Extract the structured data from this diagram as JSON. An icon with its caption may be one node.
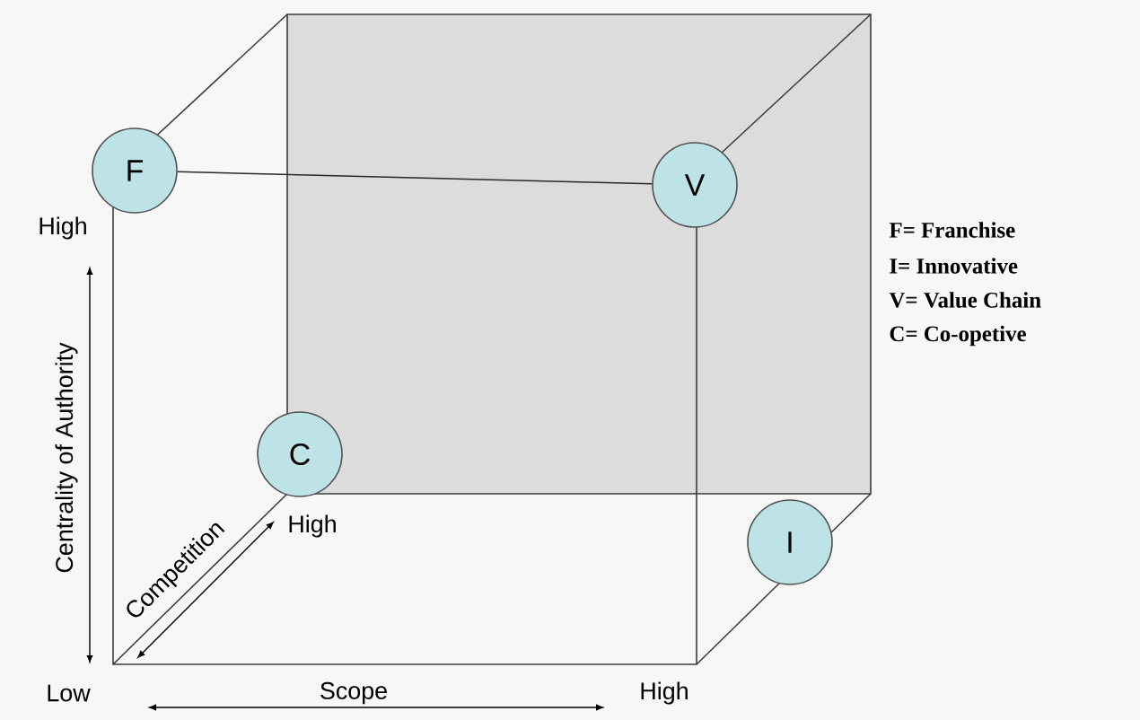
{
  "diagram": {
    "nodes": [
      {
        "text": [
          "F"
        ]
      },
      {
        "text": [
          "V"
        ]
      },
      {
        "text": [
          "C"
        ]
      },
      {
        "text": [
          "I"
        ]
      }
    ],
    "edges": [
      {
        "from": 0,
        "to": 1,
        "arrow": "none"
      }
    ],
    "labels": [
      "F= Franchise",
      "I= Innovative",
      "V= Value Chain",
      "C= Co-opetive",
      "High",
      "Centrality of Authority",
      "High",
      "Competition",
      "Low",
      "Scope",
      "High"
    ]
  }
}
